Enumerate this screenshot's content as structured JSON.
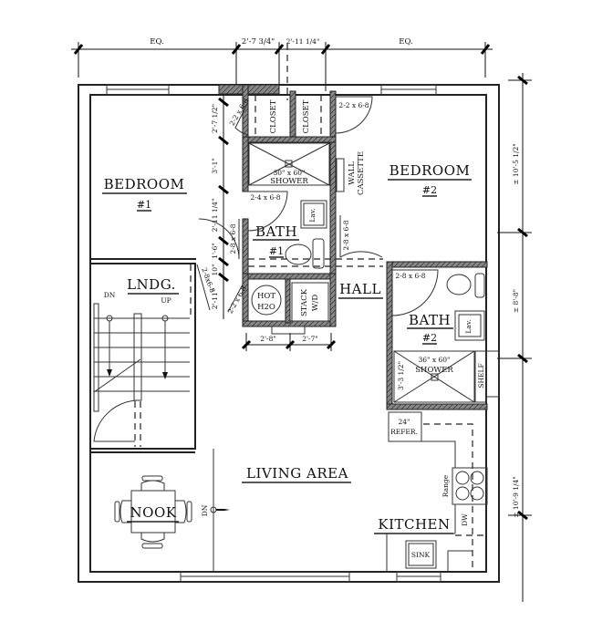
{
  "plan": {
    "dimensions": {
      "top": [
        "EQ.",
        "2'-7 3/4\"",
        "2'-11 1/4\"",
        "EQ."
      ],
      "right": [
        "± 10'-5 1/2\"",
        "± 8'-8\"",
        "± 10'-9 1/4\""
      ],
      "left_column": [
        "2'-7 1/2\"",
        "3'-1\"",
        "2'-11 1/4\"",
        "1'-6\"",
        "10\"",
        "2'-11\""
      ],
      "utility_bottom": [
        "2'-8\"",
        "2'-7\""
      ],
      "bath2_side": "3'-3 1/2\""
    },
    "rooms": {
      "bedroom1": {
        "name": "BEDROOM",
        "number": "#1"
      },
      "bedroom2": {
        "name": "BEDROOM",
        "number": "#2"
      },
      "bath1": {
        "name": "BATH",
        "number": "#1"
      },
      "bath2": {
        "name": "BATH",
        "number": "#2"
      },
      "landing": {
        "name": "LNDG.",
        "dn": "DN",
        "up": "UP"
      },
      "hall": {
        "name": "HALL"
      },
      "living": {
        "name": "LIVING AREA"
      },
      "kitchen": {
        "name": "KITCHEN"
      },
      "nook": {
        "name": "NOOK"
      },
      "nook_dn": "DN"
    },
    "fixtures": {
      "closet1": "CLOSET",
      "closet2": "CLOSET",
      "shower1_size": "30\" x 60\"",
      "shower1_label": "SHOWER",
      "shower2_size": "36\" x 60\"",
      "shower2_label": "SHOWER",
      "wall_cassette_1": "WALL",
      "wall_cassette_2": "CASSETTE",
      "lav1": "Lav.",
      "lav2": "Lav.",
      "hot_water_1": "HOT",
      "hot_water_2": "H2O",
      "stack_1": "STACK",
      "stack_2": "W/D",
      "shelf": "SHELF",
      "refer_1": "24\"",
      "refer_2": "REFER.",
      "range": "Range",
      "dw": "DW",
      "sink": "SINK"
    },
    "doors": {
      "closet1_door": "2-2 x 6-8",
      "closet2_door": "2-2 x 6-8",
      "bath1_door": "2-4 x 6-8",
      "bed1_door": "2-8 x 6-8",
      "bed2_door": "2-8 x 6-8",
      "bath2_door": "2-8 x 6-8",
      "landing_door": "2-8x6-8",
      "hotwater_door": "2-2 x 6-8"
    }
  }
}
